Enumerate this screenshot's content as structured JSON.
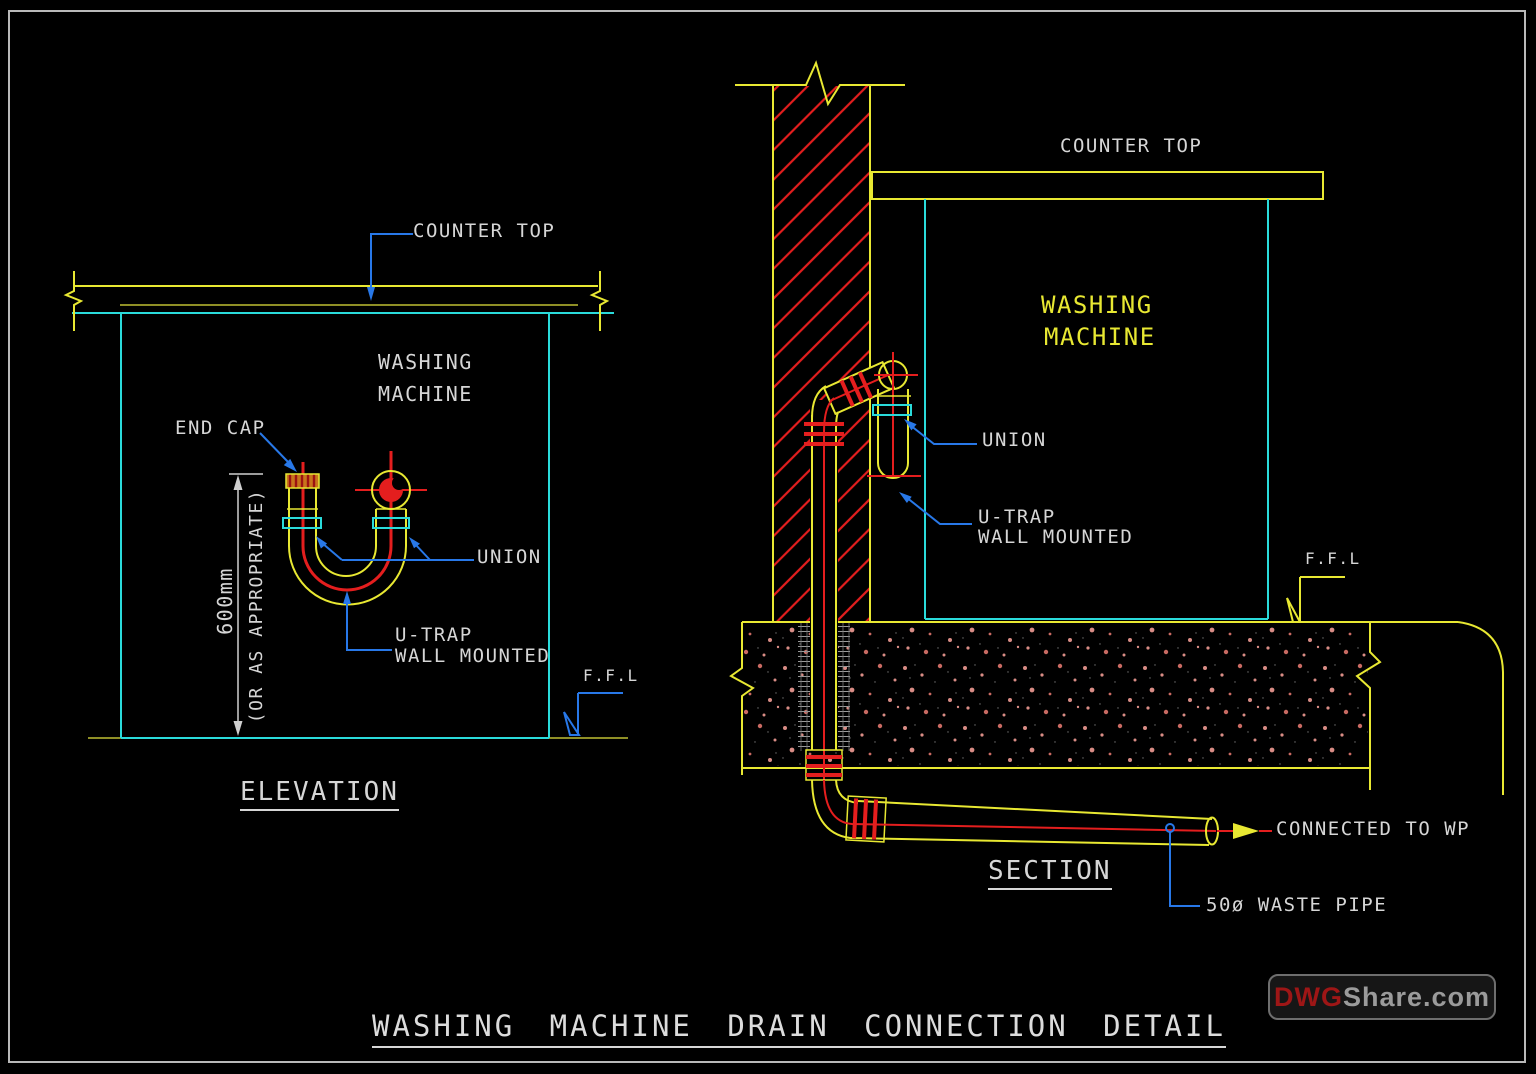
{
  "title": {
    "text": "WASHING MACHINE DRAIN CONNECTION DETAIL"
  },
  "watermark": {
    "dwg": "DWG",
    "rest": "Share.com"
  },
  "elevation": {
    "view_label": "ELEVATION",
    "counter_top_label": "COUNTER TOP",
    "machine_line1": "WASHING",
    "machine_line2": "MACHINE",
    "end_cap_label": "END CAP",
    "union_label": "UNION",
    "utrap_line1": "U-TRAP",
    "utrap_line2": "WALL MOUNTED",
    "dimension_value": "600mm",
    "dimension_note": "(OR AS APPROPRIATE)",
    "ffl_label": "F.F.L"
  },
  "section": {
    "view_label": "SECTION",
    "counter_top_label": "COUNTER TOP",
    "machine_line1": "WASHING",
    "machine_line2": "MACHINE",
    "union_label": "UNION",
    "utrap_line1": "U-TRAP",
    "utrap_line2": "WALL MOUNTED",
    "ffl_label": "F.F.L",
    "connected_label": "CONNECTED TO WP",
    "waste_pipe_label": "50ø WASTE PIPE"
  },
  "colors": {
    "cad-yellow": "#e8e832",
    "cad-cyan": "#2adbdb",
    "cad-red": "#e41e1e",
    "leader-blue": "#2878e8",
    "text-white": "#d6d6d6",
    "olive": "#8f8f26",
    "watermark-red": "#9e1616",
    "watermark-gray": "#9b9b9b"
  }
}
